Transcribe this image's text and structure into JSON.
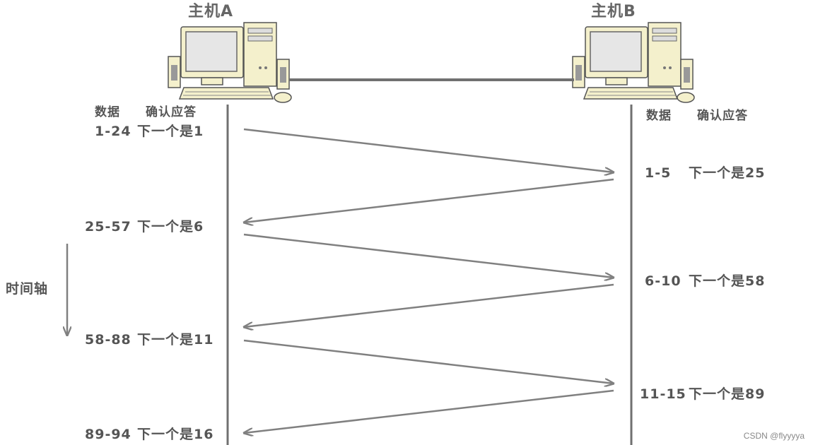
{
  "hosts": {
    "a": {
      "title": "主机A"
    },
    "b": {
      "title": "主机B"
    }
  },
  "headers": {
    "a": {
      "data": "数据",
      "ack": "确认应答"
    },
    "b": {
      "data": "数据",
      "ack": "确认应答"
    }
  },
  "time_axis": "时间轴",
  "host_a_rows": [
    {
      "data": "1-24",
      "ack": "下一个是1"
    },
    {
      "data": "25-57",
      "ack": "下一个是6"
    },
    {
      "data": "58-88",
      "ack": "下一个是11"
    },
    {
      "data": "89-94",
      "ack": "下一个是16"
    }
  ],
  "host_b_rows": [
    {
      "data": "1-5",
      "ack": "下一个是25"
    },
    {
      "data": "6-10",
      "ack": "下一个是58"
    },
    {
      "data": "11-15",
      "ack": "下一个是89"
    }
  ],
  "watermark": "CSDN @flyyyya",
  "colors": {
    "line": "#707070",
    "arrow": "#808080",
    "computer_body": "#f4f0cc",
    "screen": "#e6e6e6"
  }
}
